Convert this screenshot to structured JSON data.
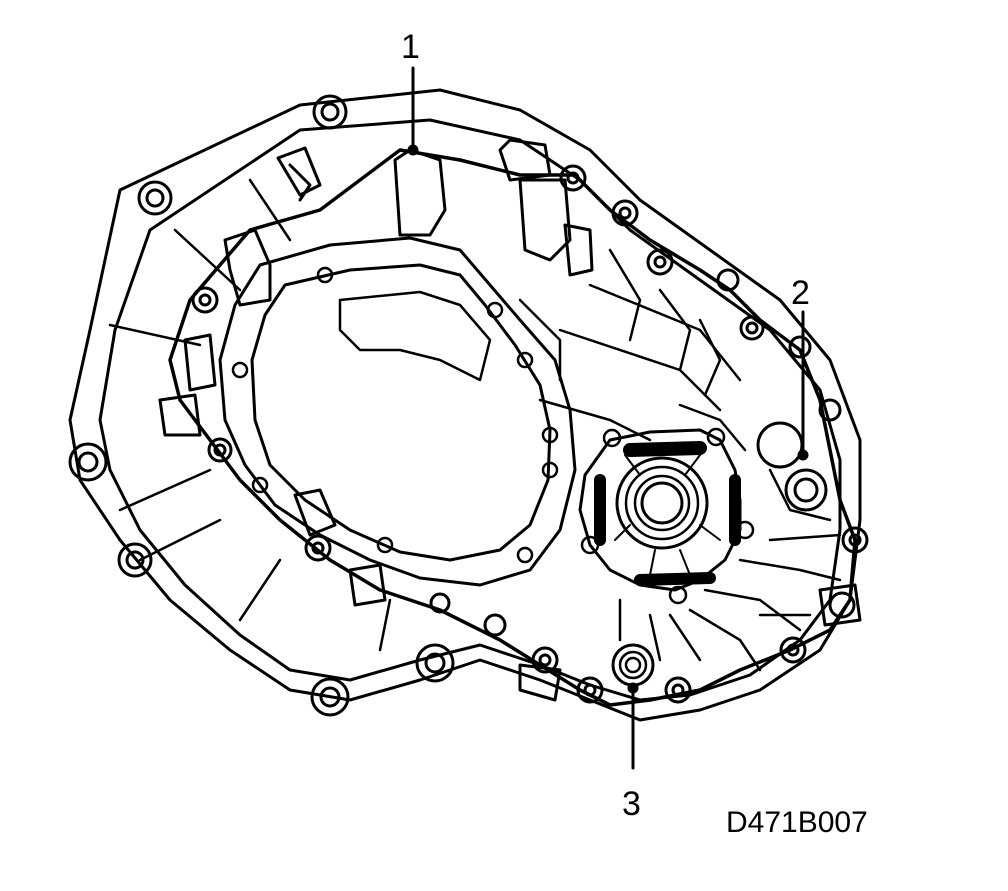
{
  "callouts": [
    {
      "id": "1",
      "label": "1"
    },
    {
      "id": "2",
      "label": "2"
    },
    {
      "id": "3",
      "label": "3"
    }
  ],
  "reference_code": "D471B007",
  "colors": {
    "line": "#000000",
    "background": "#ffffff"
  }
}
